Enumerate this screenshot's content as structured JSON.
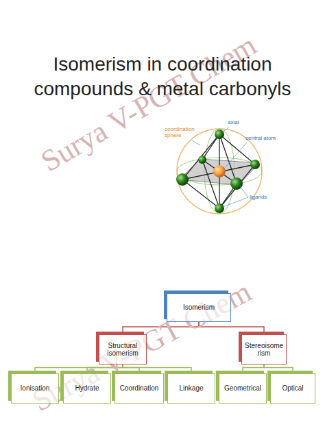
{
  "diagram": {
    "title": "Isomerism in coordination compounds & metal carbonyls",
    "nodes": [
      {
        "text": [
          "Isomerism"
        ]
      },
      {
        "text": [
          "Structural isomerism"
        ]
      },
      {
        "text": [
          "Stereoisome rism"
        ]
      },
      {
        "text": [
          "Ionisation"
        ]
      },
      {
        "text": [
          "Hydrate"
        ]
      },
      {
        "text": [
          "Coordination"
        ]
      },
      {
        "text": [
          "Linkage"
        ]
      },
      {
        "text": [
          "Geometrical"
        ]
      },
      {
        "text": [
          "Optical"
        ]
      }
    ],
    "edges": [
      {
        "from": 0,
        "to": 1,
        "arrow": "none"
      },
      {
        "from": 0,
        "to": 2,
        "arrow": "none"
      },
      {
        "from": 1,
        "to": 3,
        "arrow": "none"
      },
      {
        "from": 1,
        "to": 4,
        "arrow": "none"
      },
      {
        "from": 1,
        "to": 5,
        "arrow": "none"
      },
      {
        "from": 1,
        "to": 6,
        "arrow": "none"
      },
      {
        "from": 2,
        "to": 7,
        "arrow": "none"
      },
      {
        "from": 2,
        "to": 8,
        "arrow": "none"
      }
    ],
    "labels": [
      "Surya V-PGT Chem",
      "Surya V-PGT Chem",
      "coordination sphere",
      "axial",
      "central atom",
      "ligands"
    ]
  }
}
